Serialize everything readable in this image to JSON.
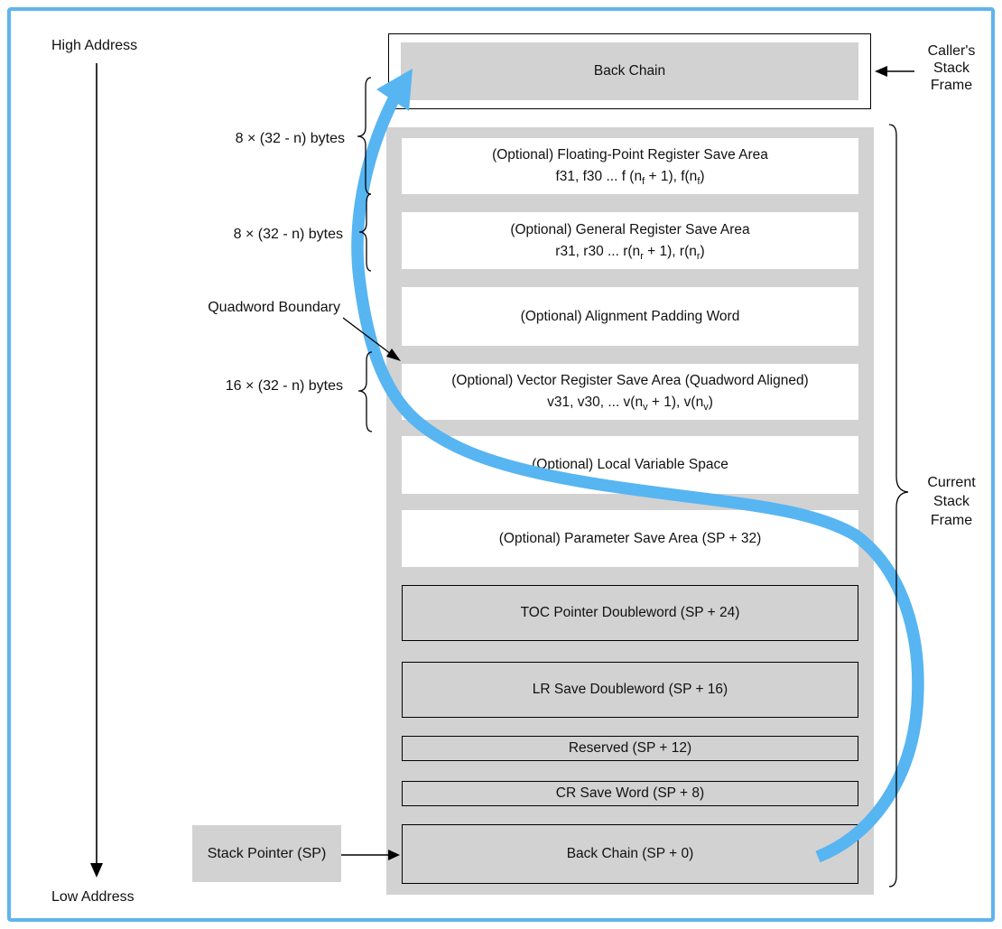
{
  "colors": {
    "page_border": "#5fb4ee",
    "container_gray": "#d2d2d2",
    "arrow_blue": "#57b5f2",
    "box_border": "#000000"
  },
  "address_axis": {
    "high": "High Address",
    "low": "Low Address"
  },
  "caller": {
    "box_label": "Back Chain",
    "label_lines": [
      "Caller's",
      "Stack",
      "Frame"
    ]
  },
  "current": {
    "label_lines": [
      "Current",
      "Stack",
      "Frame"
    ]
  },
  "annotations": {
    "fp_size": "8 × (32 - n) bytes",
    "gr_size": "8 × (32 - n) bytes",
    "vec_size": "16 × (32 - n) bytes",
    "quadword": "Quadword Boundary",
    "stack_pointer": "Stack Pointer (SP)"
  },
  "frame_boxes": [
    {
      "name": "fp-register-save-area",
      "lines": [
        [
          {
            "t": "(Optional) Floating-Point Register Save Area"
          }
        ],
        [
          {
            "t": "f31, f30 ... f (n"
          },
          {
            "sub": "f"
          },
          {
            "t": " + 1), f(n"
          },
          {
            "sub": "f"
          },
          {
            "t": ")"
          }
        ]
      ]
    },
    {
      "name": "general-register-save-area",
      "lines": [
        [
          {
            "t": "(Optional) General Register Save Area"
          }
        ],
        [
          {
            "t": "r31, r30 ... r(n"
          },
          {
            "sub": "r"
          },
          {
            "t": " + 1), r(n"
          },
          {
            "sub": "r"
          },
          {
            "t": ")"
          }
        ]
      ]
    },
    {
      "name": "alignment-padding-word",
      "lines": [
        [
          {
            "t": "(Optional) Alignment Padding Word"
          }
        ]
      ]
    },
    {
      "name": "vector-register-save-area",
      "lines": [
        [
          {
            "t": "(Optional) Vector Register Save Area (Quadword Aligned)"
          }
        ],
        [
          {
            "t": "v31, v30, ... v(n"
          },
          {
            "sub": "v"
          },
          {
            "t": " + 1), v(n"
          },
          {
            "sub": "v"
          },
          {
            "t": ")"
          }
        ]
      ]
    },
    {
      "name": "local-variable-space",
      "lines": [
        [
          {
            "t": "(Optional) Local Variable Space"
          }
        ]
      ]
    },
    {
      "name": "parameter-save-area",
      "lines": [
        [
          {
            "t": "(Optional) Parameter Save Area (SP + 32)"
          }
        ]
      ]
    },
    {
      "name": "toc-pointer-doubleword",
      "lines": [
        [
          {
            "t": "TOC Pointer Doubleword (SP + 24)"
          }
        ]
      ]
    },
    {
      "name": "lr-save-doubleword",
      "lines": [
        [
          {
            "t": "LR Save Doubleword (SP + 16)"
          }
        ]
      ]
    },
    {
      "name": "reserved-word",
      "lines": [
        [
          {
            "t": "Reserved (SP + 12)"
          }
        ]
      ]
    },
    {
      "name": "cr-save-word",
      "lines": [
        [
          {
            "t": "CR Save Word (SP + 8)"
          }
        ]
      ]
    },
    {
      "name": "back-chain-sp0",
      "lines": [
        [
          {
            "t": "Back Chain (SP + 0)"
          }
        ]
      ]
    }
  ]
}
